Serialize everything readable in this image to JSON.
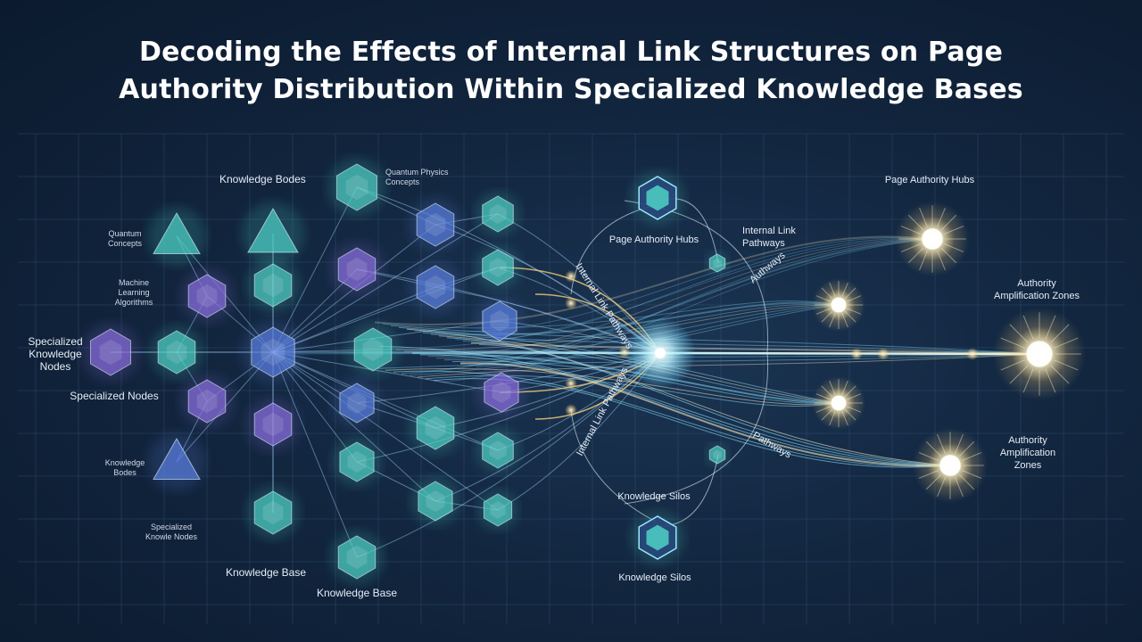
{
  "title": {
    "line1": "Decoding the Effects of Internal Link Structures on Page",
    "line2": "Authority Distribution Within Specialized Knowledge Bases"
  },
  "labels": {
    "knowledge_bodes": "Knowledge Bodes",
    "quantum_physics_1": "Quantum Physics",
    "quantum_physics_2": "Concepts",
    "quantum_concepts_1": "Quantum",
    "quantum_concepts_2": "Concepts",
    "machine_learning_1": "Machine",
    "machine_learning_2": "Learning",
    "machine_learning_3": "Algorithms",
    "specialized_knowledge_1": "Specialized",
    "specialized_knowledge_2": "Knowledge",
    "specialized_knowledge_3": "Nodes",
    "specialized_nodes": "Specialized Nodes",
    "knowledge_bodes_lower_1": "Knowledge",
    "knowledge_bodes_lower_2": "Bodes",
    "specialized_nodes_lower_1": "Specialized",
    "specialized_nodes_lower_2": "Knowle Nodes",
    "knowledge_base_1": "Knowledge Base",
    "knowledge_base_2": "Knowledge Base",
    "page_authority_hubs_center": "Page Authority Hubs",
    "internal_link_pathways_1": "Internal Link",
    "internal_link_pathways_2": "Pathways",
    "pathway_arc_upper": "Internal Link Pathways",
    "pathway_arc_lower": "Internal Link Pathways",
    "authways": "Authways",
    "pathways": "Pathways",
    "knowledge_silos_1": "Knowledge Silos",
    "knowledge_silos_2": "Knowledge Silos",
    "page_authority_hubs_right": "Page Authority Hubs",
    "authority_amp_1a": "Authority",
    "authority_amp_1b": "Amplification Zones",
    "authority_amp_2a": "Authority",
    "authority_amp_2b": "Amplification",
    "authority_amp_2c": "Zones"
  },
  "colors": {
    "teal_node": "#4fd2c6",
    "purple_node": "#8b6fe0",
    "blue_node": "#5a7fe0",
    "beam": "#9fe8ff",
    "glow": "#fff3c8"
  }
}
